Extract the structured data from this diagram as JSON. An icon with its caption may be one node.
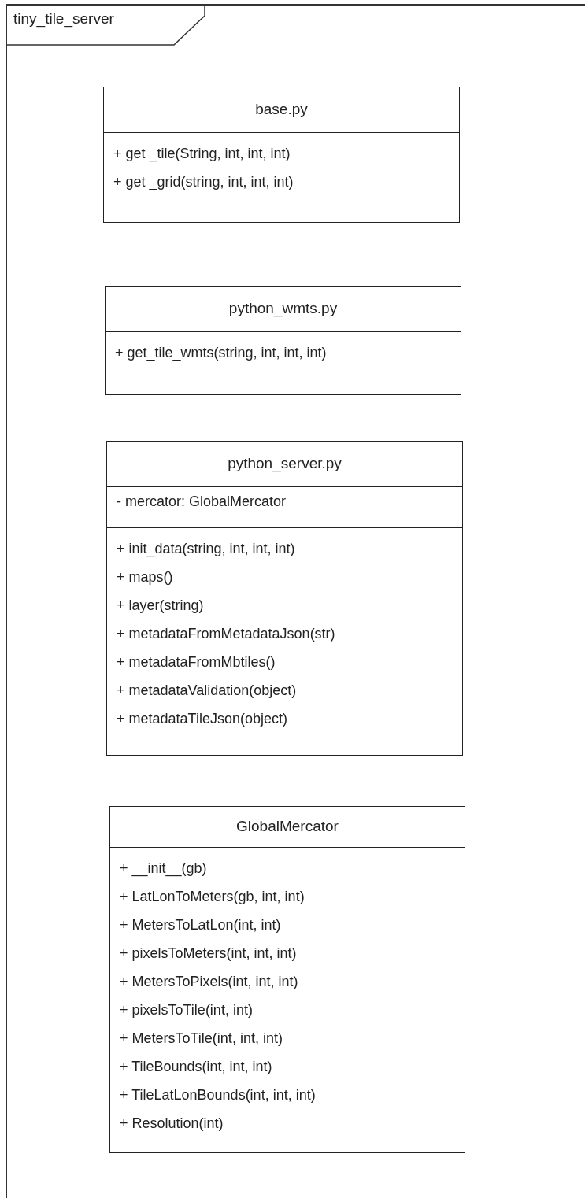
{
  "diagram": {
    "nodes": [
      {
        "text": [
          "tiny_tile_server"
        ]
      },
      {
        "text": [
          "base.py"
        ],
        "in": 0
      },
      {
        "text": [
          "+ get _tile(String, int, int, int)",
          "+ get _grid(string, int, int, int)"
        ],
        "in": 1
      },
      {
        "text": [
          "python_wmts.py"
        ],
        "in": 0
      },
      {
        "text": [
          "+ get_tile_wmts(string, int, int, int)"
        ],
        "in": 3
      },
      {
        "text": [
          "python_server.py"
        ],
        "in": 0
      },
      {
        "text": [
          "- mercator: GlobalMercator"
        ],
        "in": 5
      },
      {
        "text": [
          "+ init_data(string, int, int, int)",
          "+ maps()",
          "+ layer(string)",
          "+ metadataFromMetadataJson(str)",
          "+ metadataFromMbtiles()",
          "+ metadataValidation(object)",
          "+ metadataTileJson(object)"
        ],
        "in": 5
      },
      {
        "text": [
          "GlobalMercator"
        ],
        "in": 0
      },
      {
        "text": [
          "+ __init__(gb)",
          "+ LatLonToMeters(gb, int, int)",
          "+ MetersToLatLon(int, int)",
          "+ pixelsToMeters(int, int, int)",
          "+ MetersToPixels(int, int, int)",
          "+ pixelsToTile(int, int)",
          "+ MetersToTile(int, int, int)",
          "+ TileBounds(int, int, int)",
          "+ TileLatLonBounds(int, int, int)",
          "+ Resolution(int)"
        ],
        "in": 8
      }
    ],
    "edges": []
  }
}
